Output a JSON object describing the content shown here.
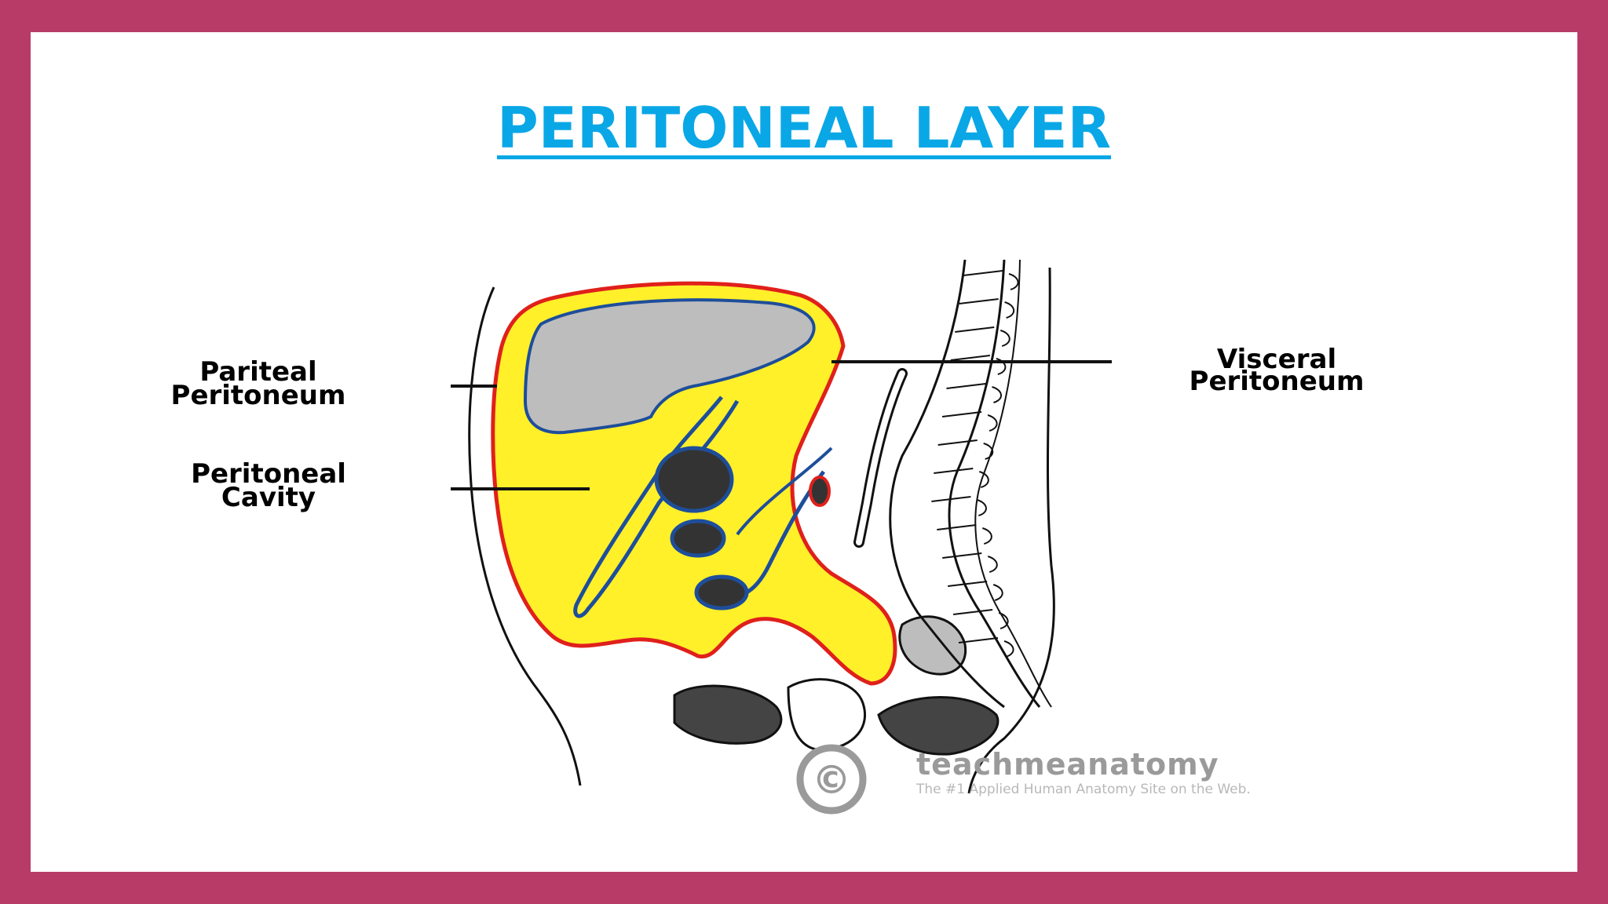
{
  "slide": {
    "title": "PERITONEAL LAYER",
    "frame_color": "#b83a66",
    "title_color": "#0aa7e6"
  },
  "diagram": {
    "labels": {
      "parietal_line1": "Pariteal",
      "parietal_line2": "Peritoneum",
      "cavity_line1": "Peritoneal",
      "cavity_line2": "Cavity",
      "visceral_line1": "Visceral",
      "visceral_line2": "Peritoneum"
    },
    "colors": {
      "cavity_fill": "#fff02a",
      "parietal_line": "#e0201b",
      "visceral_line": "#1e4e9a",
      "organ_fill": "#bdbdbd"
    },
    "watermark": {
      "symbol": "©",
      "brand": "teachmeanatomy",
      "tagline": "The #1 Applied Human Anatomy Site on the Web."
    }
  }
}
